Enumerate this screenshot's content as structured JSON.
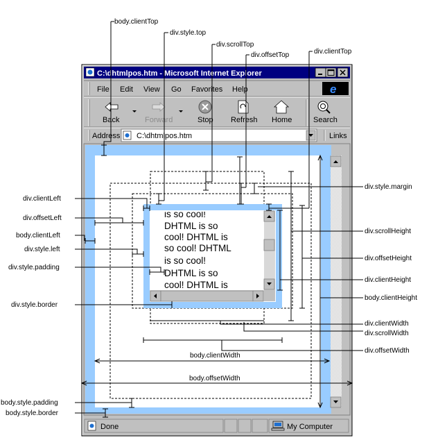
{
  "window": {
    "title": "C:\\dhtmlpos.htm - Microsoft Internet Explorer",
    "menu": [
      "File",
      "Edit",
      "View",
      "Go",
      "Favorites",
      "Help"
    ],
    "toolbar": [
      {
        "label": "Back",
        "icon": "back-arrow-icon"
      },
      {
        "label": "Forward",
        "icon": "forward-arrow-icon"
      },
      {
        "label": "Stop",
        "icon": "stop-icon"
      },
      {
        "label": "Refresh",
        "icon": "refresh-icon"
      },
      {
        "label": "Home",
        "icon": "home-icon"
      },
      {
        "label": "Search",
        "icon": "search-icon"
      }
    ],
    "address_label": "Address",
    "address_value": "C:\\dhtmlpos.htm",
    "links_label": "Links",
    "status_text": "Done",
    "status_zone": "My Computer"
  },
  "content": {
    "scroll_lines": [
      "is so cool!",
      "DHTML is so",
      "cool! DHTML is",
      "so cool! DHTML",
      "is so cool!",
      "DHTML is so",
      "cool! DHTML is"
    ]
  },
  "labels": {
    "body_client_top": "body.clientTop",
    "div_style_top": "div.style.top",
    "div_scroll_top": "div.scrollTop",
    "div_offset_top": "div.offsetTop",
    "div_client_top": "div.clientTop",
    "div_style_margin": "div.style.margin",
    "div_client_left": "div.clientLeft",
    "div_offset_left": "div.offsetLeft",
    "body_client_left": "body.clientLeft",
    "div_style_left": "div.style.left",
    "div_style_padding": "div.style.padding",
    "div_style_border": "div.style.border",
    "div_scroll_height": "div.scrollHeight",
    "div_offset_height": "div.offsetHeight",
    "div_client_height": "div.clientHeight",
    "body_client_height": "body.clientHeight",
    "div_client_width": "div.clientWidth",
    "div_scroll_width": "div.scrollWidth",
    "div_offset_width": "div.offsetWidth",
    "body_client_width": "body.clientWidth",
    "body_offset_width": "body.offsetWidth",
    "body_style_padding": "body.style.padding",
    "body_style_border": "body.style.border"
  },
  "colors": {
    "title_bar": "#000080",
    "chrome": "#c0c0c0",
    "body_border": "#99ccff",
    "div_border": "#99ccff"
  }
}
